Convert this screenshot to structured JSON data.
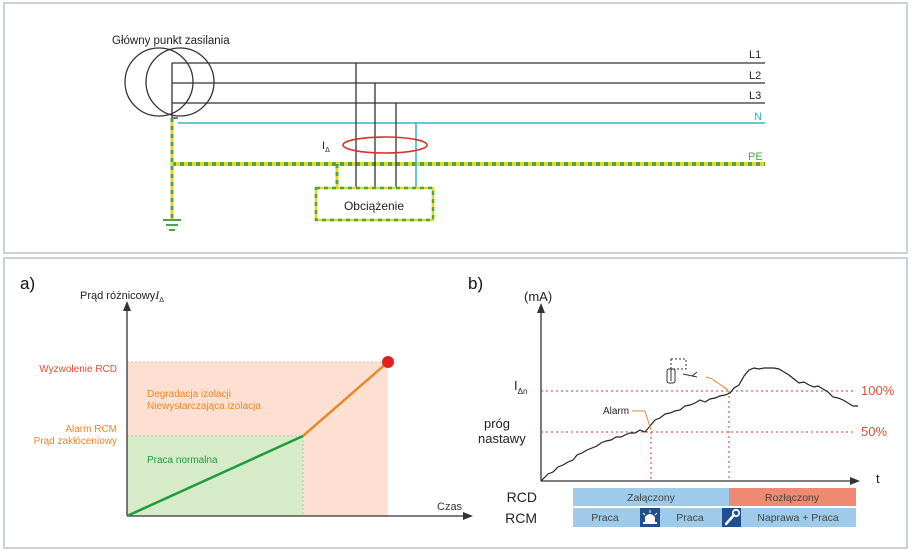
{
  "top_panel": {
    "source_label": "Główny punkt zasilania",
    "lines": [
      "L1",
      "L2",
      "L3",
      "N",
      "PE"
    ],
    "sensor_label": "I",
    "sensor_subscript": "Δ",
    "load_label": "Obciążenie"
  },
  "panel_a": {
    "tag": "a)",
    "y_label": "Prąd różnicowy",
    "y_symbol": "I",
    "y_symbol_sub": "Δ",
    "x_label": "Czas",
    "trip_label": "Wyzwolenie RCD",
    "alarm_label_1": "Alarm RCM",
    "alarm_label_2": "Prąd zakłóceniowy",
    "degradation_1": "Degradacja izolacji",
    "degradation_2": "Niewystarczająca izolacja",
    "normal_label": "Praca normalna"
  },
  "panel_b": {
    "tag": "b)",
    "y_unit": "(mA)",
    "x_label": "t",
    "idn_label": "I",
    "idn_sub": "Δn",
    "threshold_1": "próg",
    "threshold_2": "nastawy",
    "alarm_label": "Alarm",
    "pct_100": "100%",
    "pct_50": "50%",
    "rcd_label": "RCD",
    "rcm_label": "RCM",
    "rcd_on": "Załączony",
    "rcd_off": "Rozłączony",
    "rcm_work_1": "Praca",
    "rcm_work_2": "Praca",
    "rcm_repair": "Naprawa + Praca"
  },
  "colors": {
    "frame": "#b7c3ce",
    "n_line": "#3bb3c3",
    "pe_yellow": "#e6d81c",
    "pe_green": "#4da54a",
    "sensor_red": "#d9342b",
    "orange_text": "#e8882a",
    "red_text": "#d9533a",
    "green_line": "#1c9c3a",
    "normal_fill": "#d6ecc8",
    "degrade_fill": "#fde0d2",
    "bar_blue": "#9dcbe9",
    "bar_red": "#ef8a72",
    "dashed_red": "#d9342b"
  },
  "icons": {
    "alarm_icon": "siren-icon",
    "repair_icon": "wrench-icon"
  }
}
